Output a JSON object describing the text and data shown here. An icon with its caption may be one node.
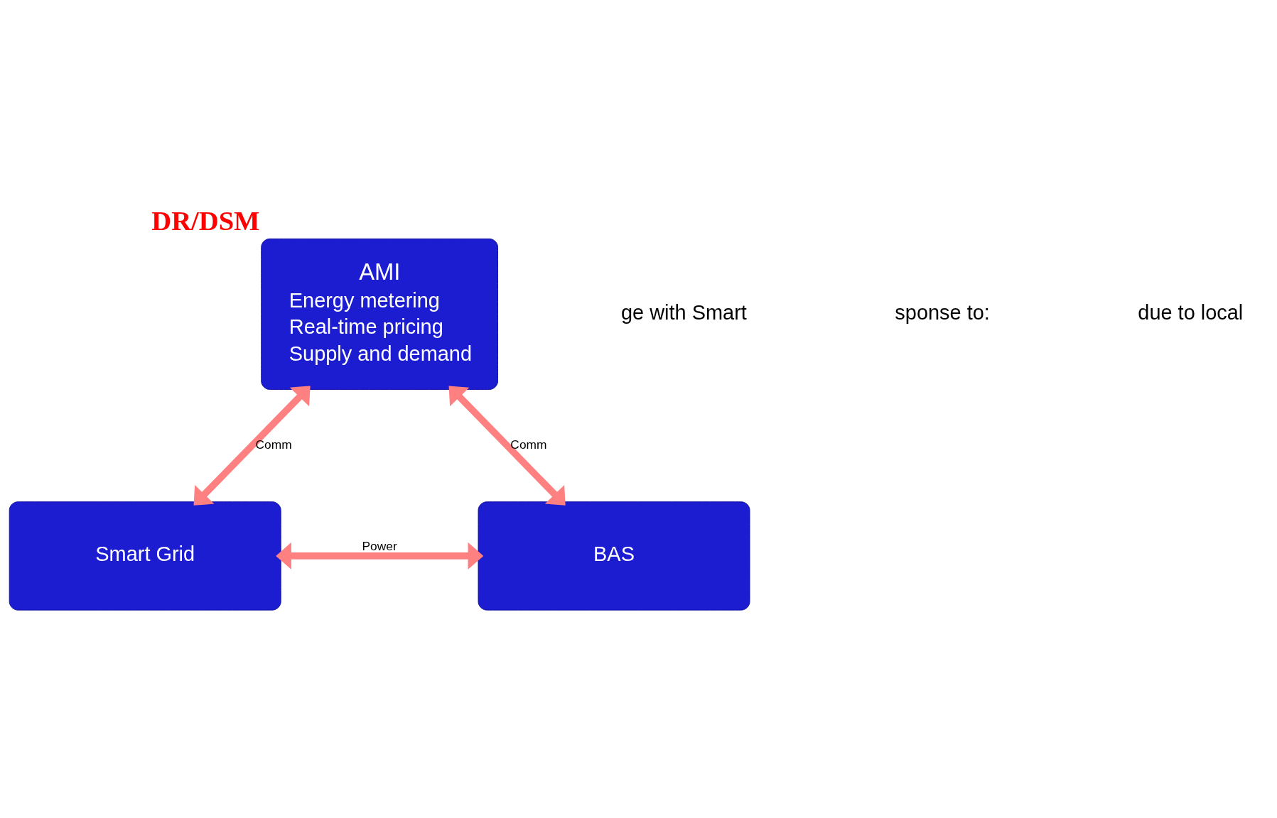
{
  "diagram": {
    "nodes": [
      {
        "text": [
          "AMI",
          "Energy metering",
          "Real-time pricing",
          "Supply and demand"
        ],
        "beside": [
          "DR/DSM"
        ]
      },
      {
        "text": [
          "Smart Grid"
        ]
      },
      {
        "text": [
          "BAS"
        ]
      }
    ],
    "edges": [
      {
        "from": 1,
        "to": 0,
        "arrow": "both",
        "label": "Comm"
      },
      {
        "from": 0,
        "to": 2,
        "arrow": "both",
        "label": "Comm"
      },
      {
        "from": 1,
        "to": 2,
        "arrow": "both",
        "label": "Power"
      }
    ],
    "labels": [
      "ge with Smart",
      "sponse to:",
      "due to local"
    ]
  }
}
